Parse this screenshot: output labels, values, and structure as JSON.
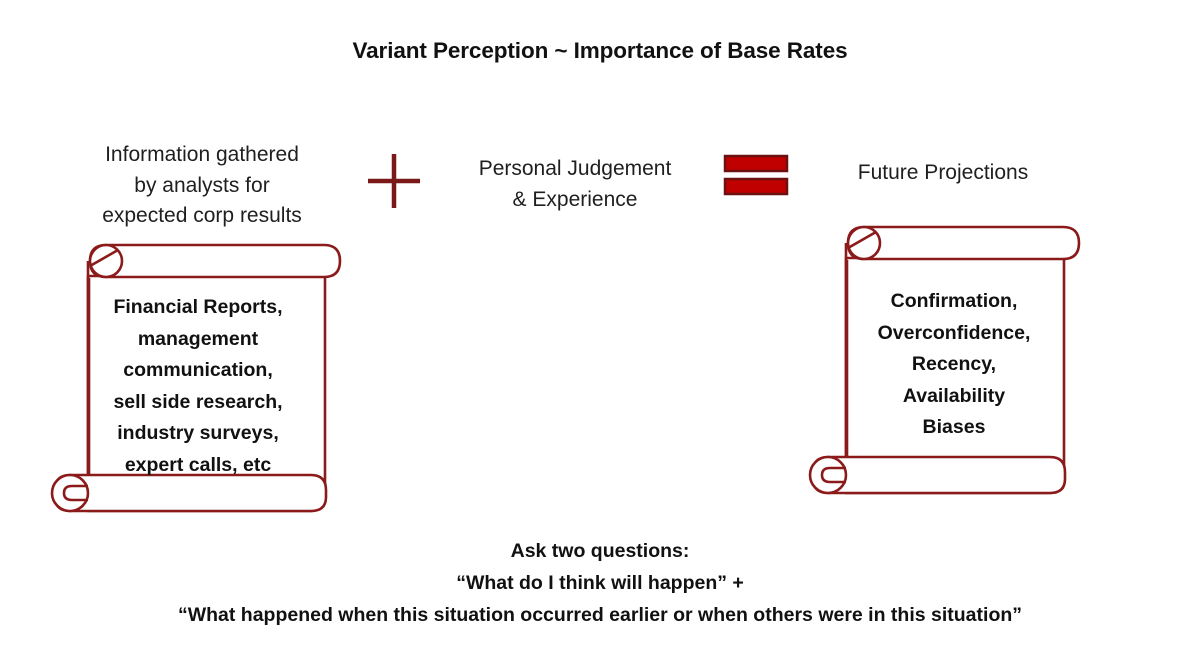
{
  "title": "Variant Perception ~ Importance of Base Rates",
  "colors": {
    "scroll_outline": "#8B1A1A",
    "scroll_fill": "#FFFFFF",
    "plus_sign": "#7B1818",
    "equals_fill": "#C00000",
    "equals_outline": "#6B1111",
    "text": "#111111",
    "background": "#FFFFFF"
  },
  "equation": {
    "left": {
      "header": "Information gathered\nby analysts for\nexpected corp results",
      "scroll_text": "Financial Reports,\nmanagement\ncommunication,\nsell side research,\nindustry surveys,\nexpert calls, etc"
    },
    "operator_1": {
      "symbol": "+",
      "icon": "plus-icon"
    },
    "middle": {
      "header": "Personal Judgement\n& Experience"
    },
    "operator_2": {
      "symbol": "=",
      "icon": "equals-icon"
    },
    "right": {
      "header": "Future Projections",
      "scroll_text": "Confirmation,\nOverconfidence,\nRecency,\nAvailability\nBiases"
    }
  },
  "footer": {
    "line1": "Ask two questions:",
    "line2": "“What do I think will happen” +",
    "line3": "“What happened when this situation occurred earlier or when others were in this situation”"
  }
}
